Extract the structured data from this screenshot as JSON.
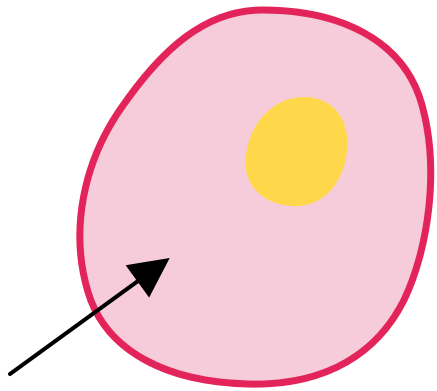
{
  "diagram": {
    "type": "cell",
    "labels": [],
    "colors": {
      "membrane": "#e3245a",
      "cytoplasm": "#f6ccdb",
      "nucleus": "#fed84a",
      "arrow": "#000000",
      "background": "#ffffff"
    },
    "parts": [
      {
        "name": "cell-membrane",
        "shape": "irregular-oval"
      },
      {
        "name": "cytoplasm",
        "shape": "fill"
      },
      {
        "name": "nucleus",
        "shape": "rounded-blob"
      },
      {
        "name": "pointer-arrow",
        "shape": "arrow",
        "points_to": "cytoplasm"
      }
    ]
  }
}
